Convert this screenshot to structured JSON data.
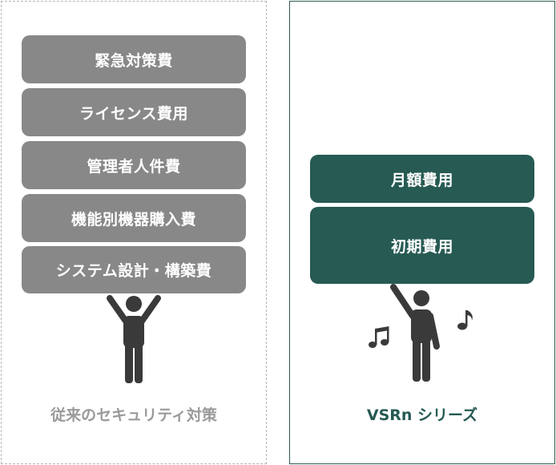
{
  "left": {
    "blocks": [
      "緊急対策費",
      "ライセンス費用",
      "管理者人件費",
      "機能別機器購入費",
      "システム設計・構築費"
    ],
    "caption": "従来のセキュリティ対策"
  },
  "right": {
    "blocks": [
      "月額費用",
      "初期費用"
    ],
    "caption": "VSRn シリーズ"
  },
  "colors": {
    "left_block": "#888888",
    "right_block": "#265a53",
    "figure": "#3a3a3a",
    "left_caption": "#9a9a9a",
    "right_caption": "#265a53"
  }
}
